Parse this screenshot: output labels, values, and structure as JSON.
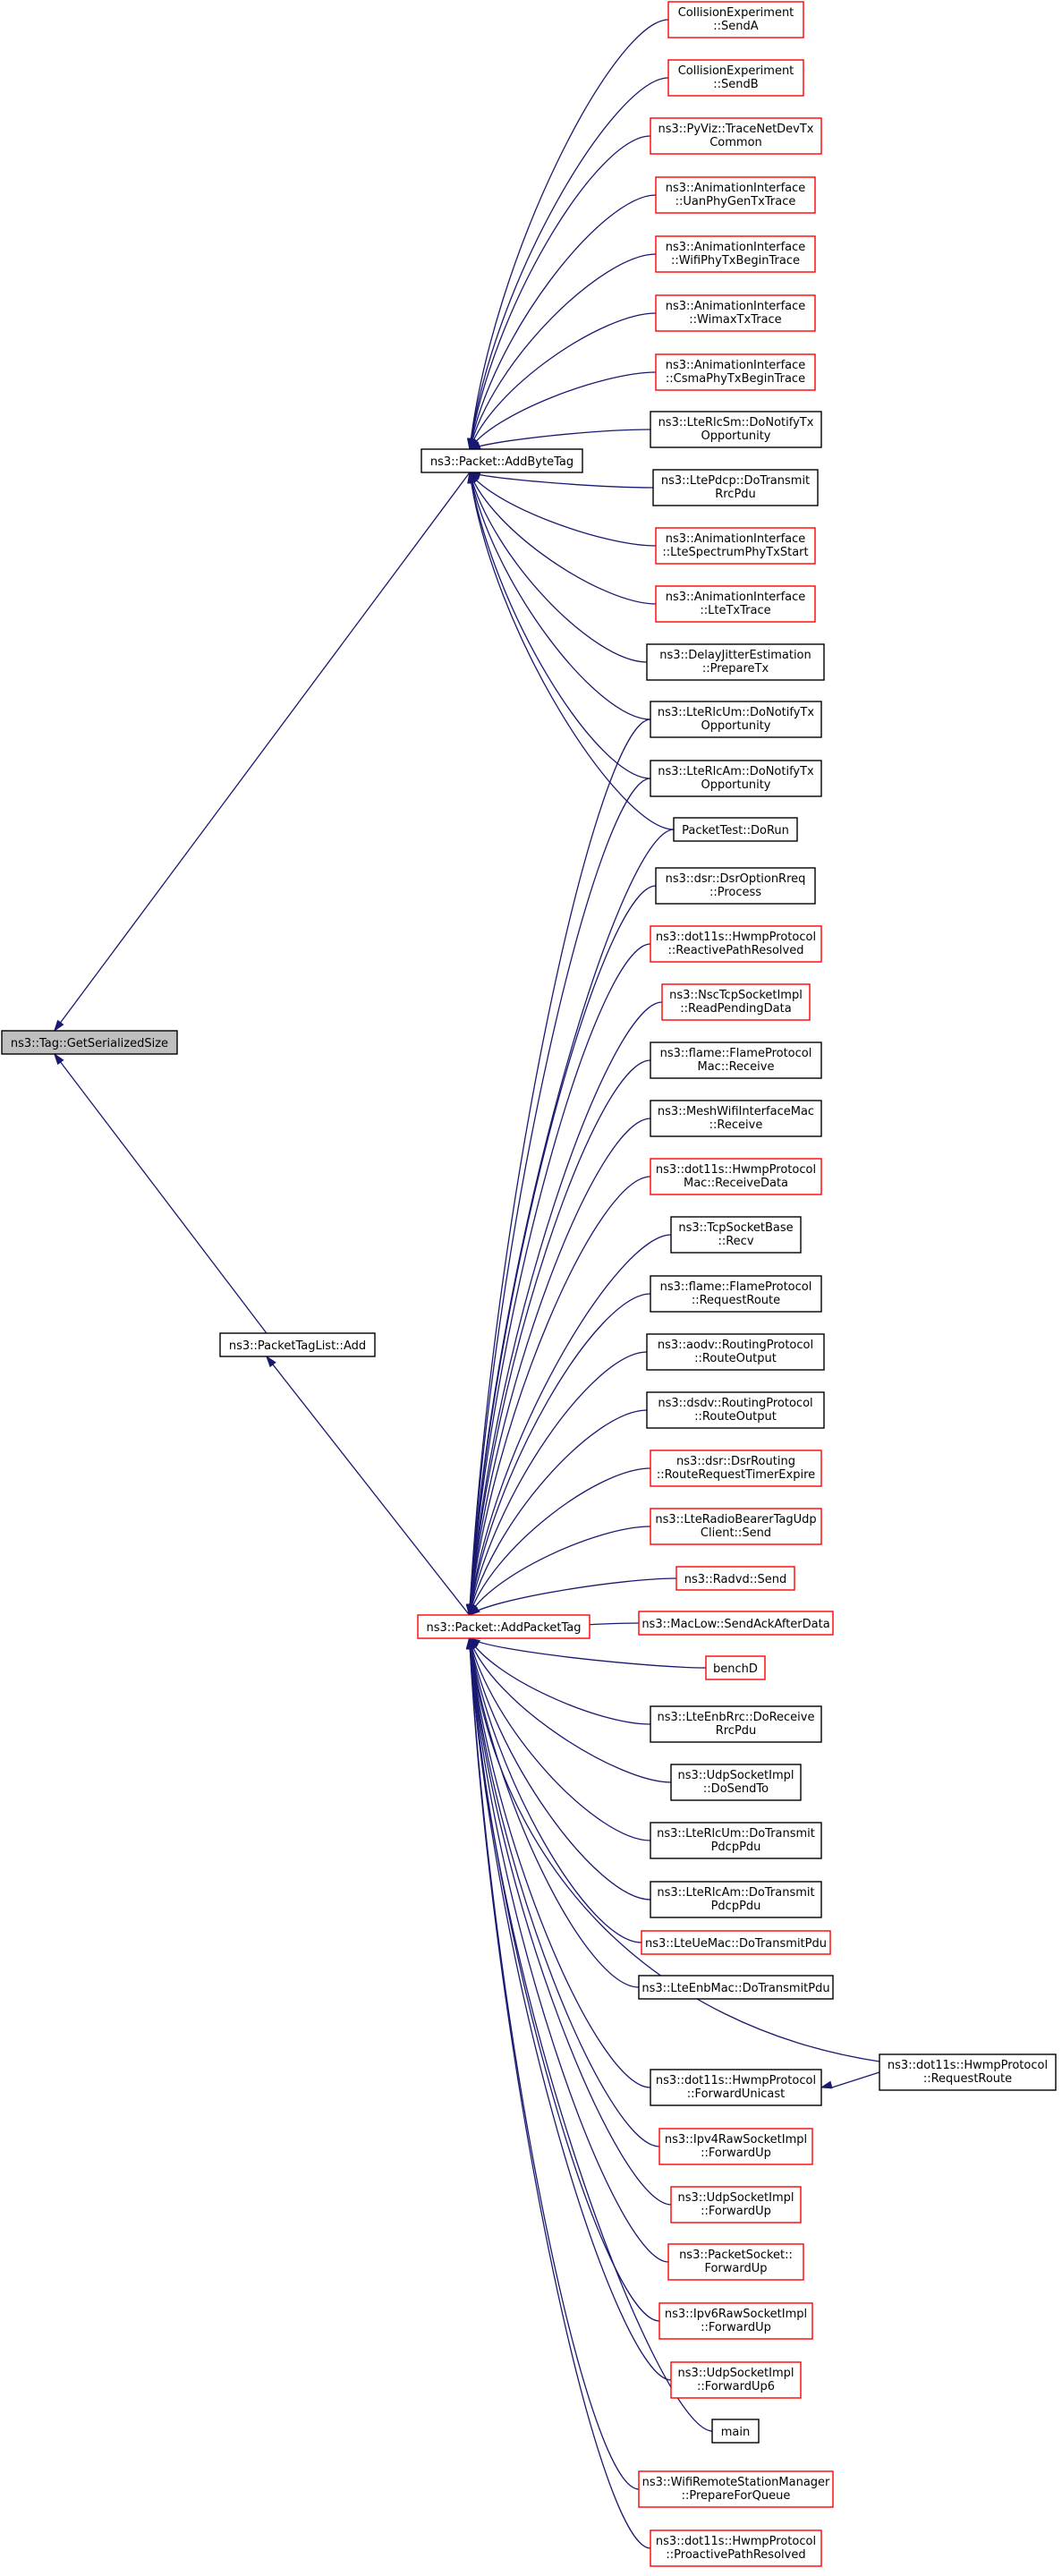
{
  "graph": {
    "root": {
      "id": "root",
      "lines": [
        "ns3::Tag::GetSerializedSize"
      ],
      "style": "root"
    },
    "level1": [
      {
        "id": "abt",
        "lines": [
          "ns3::Packet::AddByteTag"
        ],
        "style": "black"
      },
      {
        "id": "ptl",
        "lines": [
          "ns3::PacketTagList::Add"
        ],
        "style": "black"
      }
    ],
    "level2": [
      {
        "id": "apt",
        "lines": [
          "ns3::Packet::AddPacketTag"
        ],
        "style": "red"
      }
    ],
    "callers_bytetag": [
      {
        "id": "b1",
        "lines": [
          "CollisionExperiment",
          "::SendA"
        ],
        "style": "red"
      },
      {
        "id": "b2",
        "lines": [
          "CollisionExperiment",
          "::SendB"
        ],
        "style": "red"
      },
      {
        "id": "b3",
        "lines": [
          "ns3::PyViz::TraceNetDevTx",
          "Common"
        ],
        "style": "red"
      },
      {
        "id": "b4",
        "lines": [
          "ns3::AnimationInterface",
          "::UanPhyGenTxTrace"
        ],
        "style": "red"
      },
      {
        "id": "b5",
        "lines": [
          "ns3::AnimationInterface",
          "::WifiPhyTxBeginTrace"
        ],
        "style": "red"
      },
      {
        "id": "b6",
        "lines": [
          "ns3::AnimationInterface",
          "::WimaxTxTrace"
        ],
        "style": "red"
      },
      {
        "id": "b7",
        "lines": [
          "ns3::AnimationInterface",
          "::CsmaPhyTxBeginTrace"
        ],
        "style": "red"
      },
      {
        "id": "b8",
        "lines": [
          "ns3::LteRlcSm::DoNotifyTx",
          "Opportunity"
        ],
        "style": "black"
      },
      {
        "id": "b9",
        "lines": [
          "ns3::LtePdcp::DoTransmit",
          "RrcPdu"
        ],
        "style": "black"
      },
      {
        "id": "b10",
        "lines": [
          "ns3::AnimationInterface",
          "::LteSpectrumPhyTxStart"
        ],
        "style": "red"
      },
      {
        "id": "b11",
        "lines": [
          "ns3::AnimationInterface",
          "::LteTxTrace"
        ],
        "style": "red"
      },
      {
        "id": "b12",
        "lines": [
          "ns3::DelayJitterEstimation",
          "::PrepareTx"
        ],
        "style": "black"
      }
    ],
    "shared_callers": [
      {
        "id": "s1",
        "lines": [
          "ns3::LteRlcUm::DoNotifyTx",
          "Opportunity"
        ],
        "style": "black"
      },
      {
        "id": "s2",
        "lines": [
          "ns3::LteRlcAm::DoNotifyTx",
          "Opportunity"
        ],
        "style": "black"
      },
      {
        "id": "s3",
        "lines": [
          "PacketTest::DoRun"
        ],
        "style": "black"
      }
    ],
    "callers_packettag": [
      {
        "id": "p1",
        "lines": [
          "ns3::dsr::DsrOptionRreq",
          "::Process"
        ],
        "style": "black"
      },
      {
        "id": "p2",
        "lines": [
          "ns3::dot11s::HwmpProtocol",
          "::ReactivePathResolved"
        ],
        "style": "red"
      },
      {
        "id": "p3",
        "lines": [
          "ns3::NscTcpSocketImpl",
          "::ReadPendingData"
        ],
        "style": "red"
      },
      {
        "id": "p4",
        "lines": [
          "ns3::flame::FlameProtocol",
          "Mac::Receive"
        ],
        "style": "black"
      },
      {
        "id": "p5",
        "lines": [
          "ns3::MeshWifiInterfaceMac",
          "::Receive"
        ],
        "style": "black"
      },
      {
        "id": "p6",
        "lines": [
          "ns3::dot11s::HwmpProtocol",
          "Mac::ReceiveData"
        ],
        "style": "red"
      },
      {
        "id": "p7",
        "lines": [
          "ns3::TcpSocketBase",
          "::Recv"
        ],
        "style": "black"
      },
      {
        "id": "p8",
        "lines": [
          "ns3::flame::FlameProtocol",
          "::RequestRoute"
        ],
        "style": "black"
      },
      {
        "id": "p9",
        "lines": [
          "ns3::aodv::RoutingProtocol",
          "::RouteOutput"
        ],
        "style": "black"
      },
      {
        "id": "p10",
        "lines": [
          "ns3::dsdv::RoutingProtocol",
          "::RouteOutput"
        ],
        "style": "black"
      },
      {
        "id": "p11",
        "lines": [
          "ns3::dsr::DsrRouting",
          "::RouteRequestTimerExpire"
        ],
        "style": "red"
      },
      {
        "id": "p12",
        "lines": [
          "ns3::LteRadioBearerTagUdp",
          "Client::Send"
        ],
        "style": "red"
      },
      {
        "id": "p13",
        "lines": [
          "ns3::Radvd::Send"
        ],
        "style": "red"
      },
      {
        "id": "p14",
        "lines": [
          "ns3::MacLow::SendAckAfterData"
        ],
        "style": "red"
      },
      {
        "id": "p15",
        "lines": [
          "benchD"
        ],
        "style": "red"
      },
      {
        "id": "p16",
        "lines": [
          "ns3::LteEnbRrc::DoReceive",
          "RrcPdu"
        ],
        "style": "black"
      },
      {
        "id": "p17",
        "lines": [
          "ns3::UdpSocketImpl",
          "::DoSendTo"
        ],
        "style": "black"
      },
      {
        "id": "p18",
        "lines": [
          "ns3::LteRlcUm::DoTransmit",
          "PdcpPdu"
        ],
        "style": "black"
      },
      {
        "id": "p19",
        "lines": [
          "ns3::LteRlcAm::DoTransmit",
          "PdcpPdu"
        ],
        "style": "black"
      },
      {
        "id": "p20",
        "lines": [
          "ns3::LteUeMac::DoTransmitPdu"
        ],
        "style": "red"
      },
      {
        "id": "p21",
        "lines": [
          "ns3::LteEnbMac::DoTransmitPdu"
        ],
        "style": "black"
      },
      {
        "id": "p22",
        "lines": [
          "ns3::dot11s::HwmpProtocol",
          "::ForwardUnicast"
        ],
        "style": "black"
      },
      {
        "id": "p23",
        "lines": [
          "ns3::Ipv4RawSocketImpl",
          "::ForwardUp"
        ],
        "style": "red"
      },
      {
        "id": "p24",
        "lines": [
          "ns3::UdpSocketImpl",
          "::ForwardUp"
        ],
        "style": "red"
      },
      {
        "id": "p25",
        "lines": [
          "ns3::PacketSocket::",
          "ForwardUp"
        ],
        "style": "red"
      },
      {
        "id": "p26",
        "lines": [
          "ns3::Ipv6RawSocketImpl",
          "::ForwardUp"
        ],
        "style": "red"
      },
      {
        "id": "p27",
        "lines": [
          "ns3::UdpSocketImpl",
          "::ForwardUp6"
        ],
        "style": "red"
      },
      {
        "id": "p28",
        "lines": [
          "main"
        ],
        "style": "black"
      },
      {
        "id": "p29",
        "lines": [
          "ns3::WifiRemoteStationManager",
          "::PrepareForQueue"
        ],
        "style": "red"
      },
      {
        "id": "p30",
        "lines": [
          "ns3::dot11s::HwmpProtocol",
          "::ProactivePathResolved"
        ],
        "style": "red"
      }
    ],
    "far_right": [
      {
        "id": "rr",
        "lines": [
          "ns3::dot11s::HwmpProtocol",
          "::RequestRoute"
        ],
        "style": "black"
      }
    ]
  },
  "colors": {
    "edge": "#191970",
    "red_border": "#ff0000",
    "black_border": "#000000",
    "root_fill": "#bfbfbf"
  }
}
